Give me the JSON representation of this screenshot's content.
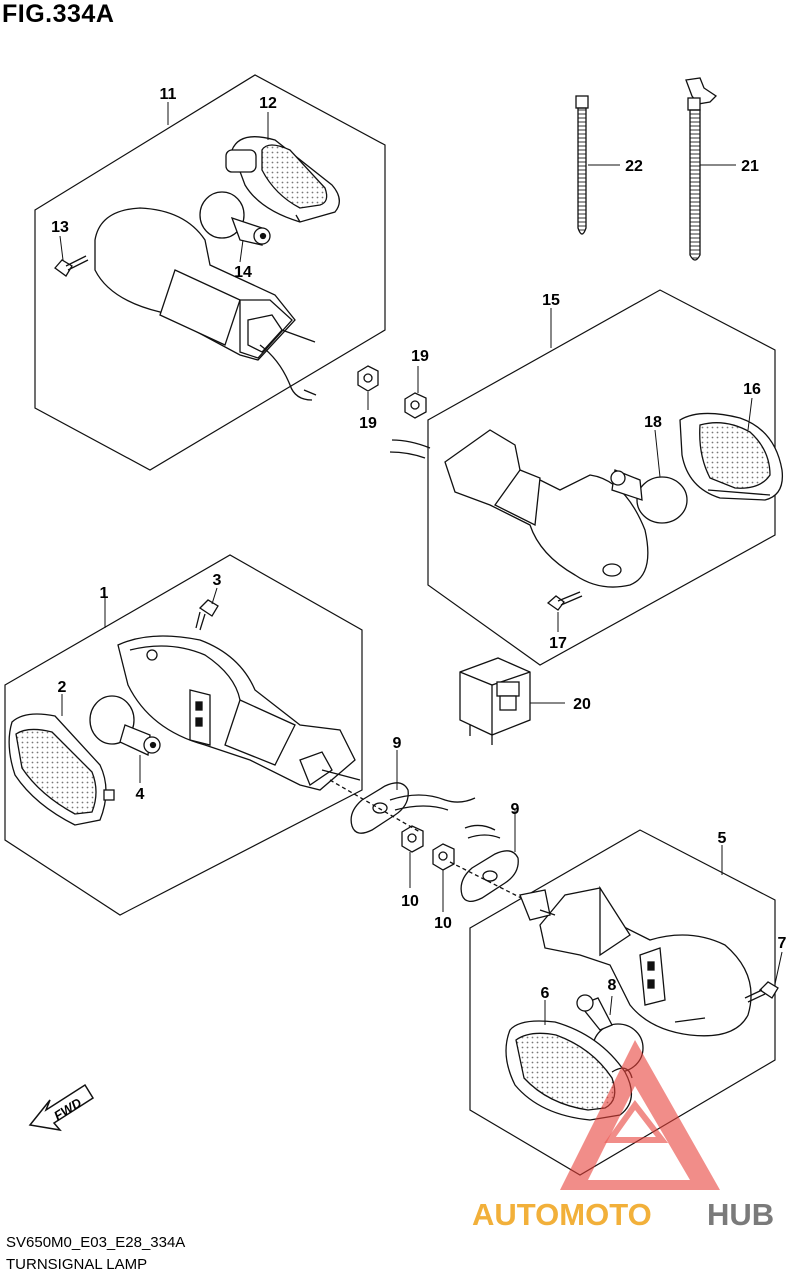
{
  "figure_title": "FIG.334A",
  "diagram_code": "SV650M0_E03_E28_334A",
  "caption": "TURNSIGNAL LAMP",
  "fwd_label": "FWD",
  "watermark": {
    "auto": "AUTOMOTO",
    "hub": "HUB",
    "auto_color": "#f2b03a",
    "hub_color": "#7a7a7a",
    "triangle_color": "#e8413b"
  },
  "part_labels": {
    "p1": "1",
    "p2": "2",
    "p3": "3",
    "p4": "4",
    "p5": "5",
    "p6": "6",
    "p7": "7",
    "p8": "8",
    "p9a": "9",
    "p9b": "9",
    "p10a": "10",
    "p10b": "10",
    "p11": "11",
    "p12": "12",
    "p13": "13",
    "p14": "14",
    "p15": "15",
    "p16": "16",
    "p17": "17",
    "p18": "18",
    "p19a": "19",
    "p19b": "19",
    "p20": "20",
    "p21": "21",
    "p22": "22"
  }
}
